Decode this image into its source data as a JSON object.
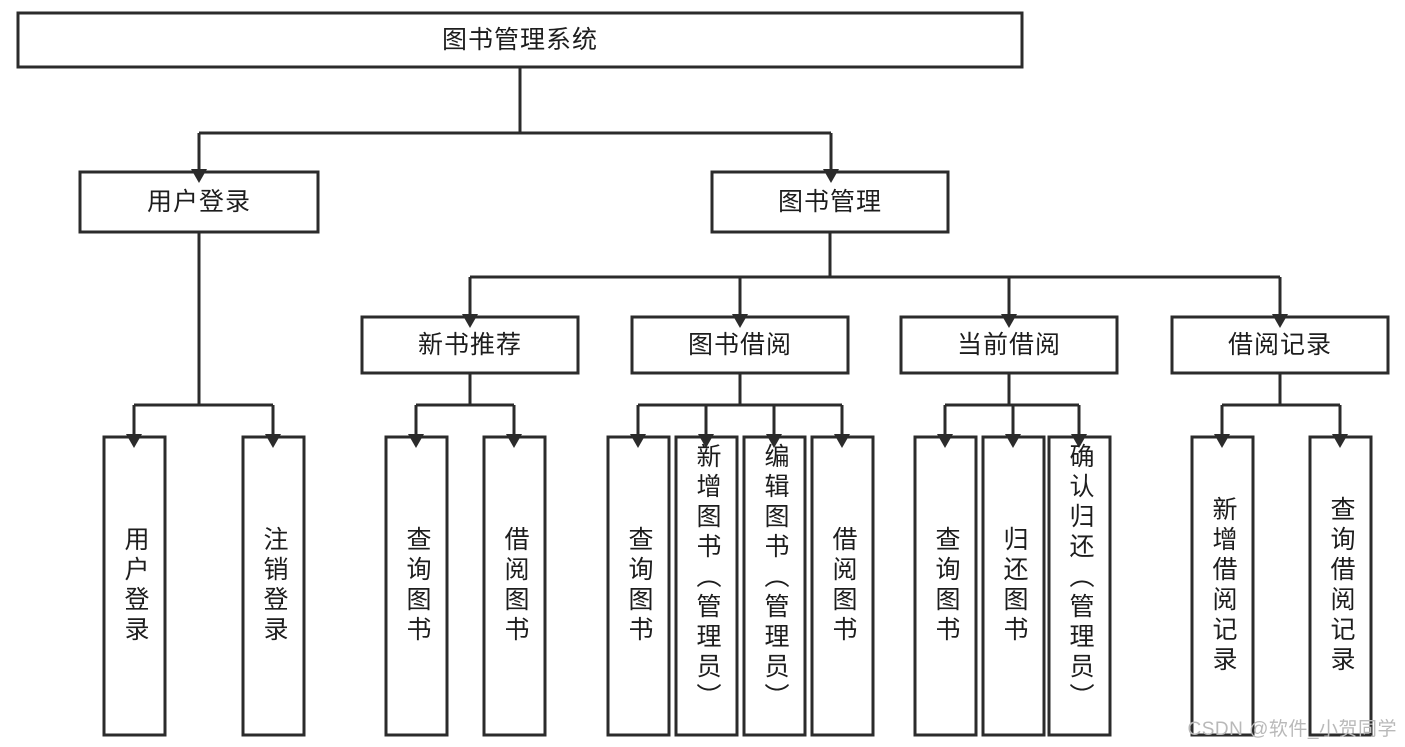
{
  "diagram": {
    "type": "tree-hierarchy",
    "title": "图书管理系统",
    "watermark": "CSDN @软件_小贺同学",
    "colors": {
      "stroke": "#2b2b2b",
      "box_fill": "#ffffff",
      "text": "#1d1d1d",
      "background": "#ffffff",
      "watermark": "#b9b9b9"
    },
    "levels": {
      "root": {
        "label": "图书管理系统"
      },
      "level2": [
        {
          "label": "用户登录"
        },
        {
          "label": "图书管理"
        }
      ],
      "level3": [
        {
          "label": "新书推荐"
        },
        {
          "label": "图书借阅"
        },
        {
          "label": "当前借阅"
        },
        {
          "label": "借阅记录"
        }
      ],
      "leaves": {
        "user_login": [
          {
            "label": "用户登录"
          },
          {
            "label": "注销登录"
          }
        ],
        "new_book_recommend": [
          {
            "label": "查询图书"
          },
          {
            "label": "借阅图书"
          }
        ],
        "book_borrow": [
          {
            "label": "查询图书"
          },
          {
            "label": "新增图书（管理员）"
          },
          {
            "label": "编辑图书（管理员）"
          },
          {
            "label": "借阅图书"
          }
        ],
        "current_borrow": [
          {
            "label": "查询图书"
          },
          {
            "label": "归还图书"
          },
          {
            "label": "确认归还（管理员）"
          }
        ],
        "borrow_record": [
          {
            "label": "新增借阅记录"
          },
          {
            "label": "查询借阅记录"
          }
        ]
      }
    }
  }
}
